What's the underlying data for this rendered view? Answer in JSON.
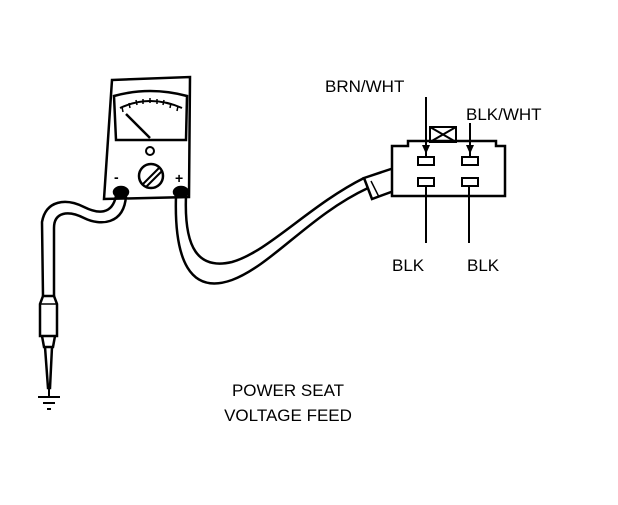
{
  "labels": {
    "brn_wht": "BRN/WHT",
    "blk_wht": "BLK/WHT",
    "blk_left": "BLK",
    "blk_right": "BLK",
    "meter_neg": "-",
    "meter_pos": "+"
  },
  "caption": {
    "line1": "POWER SEAT",
    "line2": "VOLTAGE FEED"
  },
  "colors": {
    "ink": "#000000",
    "background": "#ffffff"
  }
}
